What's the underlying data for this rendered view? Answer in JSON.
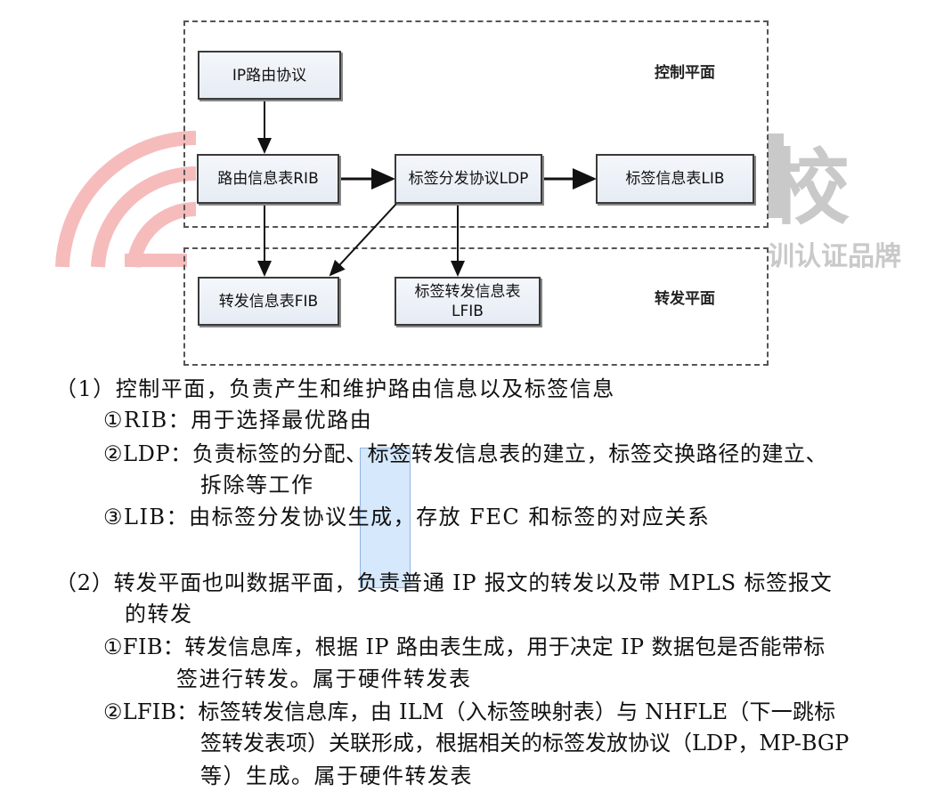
{
  "watermark": {
    "text1": "云校",
    "text2": "培训认证品牌",
    "color_red": "#f4b4b4",
    "color_gray": "#c8c8c8"
  },
  "diagram": {
    "control_plane_label": "控制平面",
    "forwarding_plane_label": "转发平面",
    "boxes": {
      "ip": "IP路由协议",
      "rib": "路由信息表RIB",
      "ldp": "标签分发协议LDP",
      "lib": "标签信息表LIB",
      "fib": "转发信息表FIB",
      "lfib_1": "标签转发信息表",
      "lfib_2": "LFIB"
    }
  },
  "text": {
    "s1": "（1）控制平面，负责产生和维护路由信息以及标签信息",
    "s1_rib": "①RIB：用于选择最优路由",
    "s1_ldp": "②LDP：负责标签的分配、标签转发信息表的建立，标签交换路径的建立、",
    "s1_ldp_cont": "拆除等工作",
    "s1_lib": "③LIB：由标签分发协议生成，存放 FEC 和标签的对应关系",
    "s2": "（2）转发平面也叫数据平面，负责普通 IP 报文的转发以及带 MPLS 标签报文",
    "s2_cont": "的转发",
    "s2_fib": "①FIB：转发信息库，根据 IP 路由表生成，用于决定 IP 数据包是否能带标",
    "s2_fib_cont": "签进行转发。属于硬件转发表",
    "s2_lfib": "②LFIB：标签转发信息库，由 ILM（入标签映射表）与 NHFLE（下一跳标",
    "s2_lfib_cont": "签转发表项）关联形成，根据相关的标签发放协议（LDP，MP-BGP",
    "s2_lfib_cont2": "等）生成。属于硬件转发表"
  }
}
